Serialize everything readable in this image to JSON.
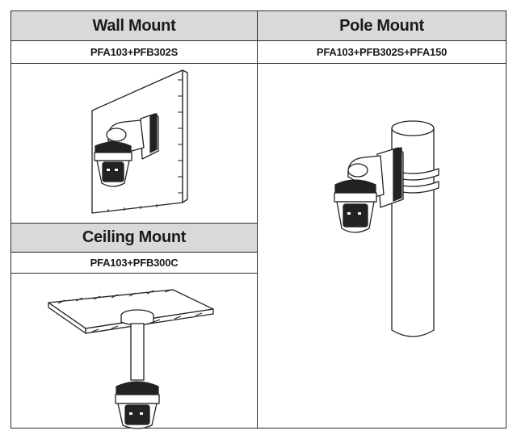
{
  "table": {
    "wall": {
      "title": "Wall Mount",
      "model": "PFA103+PFB302S",
      "illustration": "wall-mounted-camera-icon"
    },
    "pole": {
      "title": "Pole Mount",
      "model": "PFA103+PFB302S+PFA150",
      "illustration": "pole-mounted-camera-icon"
    },
    "ceiling": {
      "title": "Ceiling Mount",
      "model": "PFA103+PFB300C",
      "illustration": "ceiling-mounted-camera-icon"
    }
  }
}
